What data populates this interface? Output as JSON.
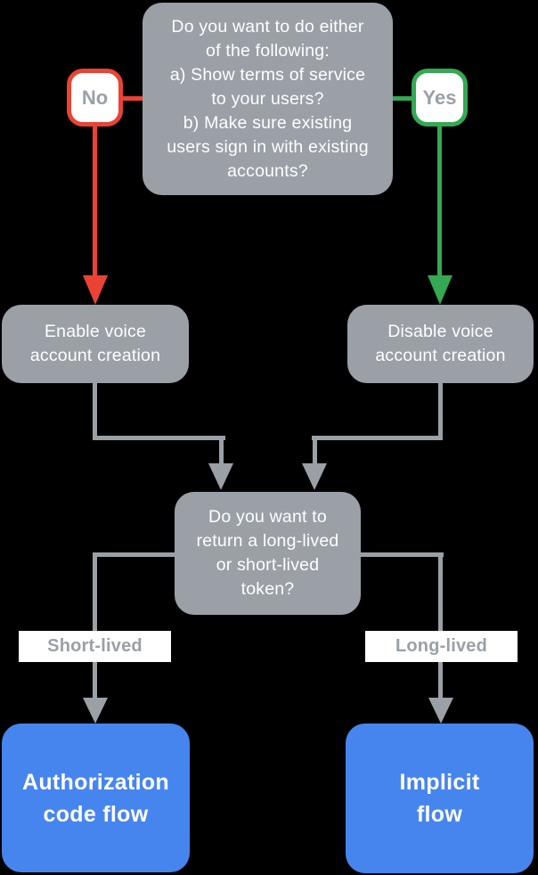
{
  "flowchart": {
    "root_question": "Do you want to do either\nof the following:\na) Show terms of service\nto your users?\nb) Make sure existing\nusers sign in with existing\naccounts?",
    "branch_no": {
      "label": "No",
      "result": "Enable voice\naccount creation"
    },
    "branch_yes": {
      "label": "Yes",
      "result": "Disable voice\naccount creation"
    },
    "token_question": "Do you want to\nreturn a long-lived\nor short-lived\ntoken?",
    "branch_short": {
      "label": "Short-lived",
      "result": "Authorization\ncode flow"
    },
    "branch_long": {
      "label": "Long-lived",
      "result": "Implicit\nflow"
    }
  },
  "colors": {
    "node_gray": "#9AA0A6",
    "connector_gray": "#9AA0A6",
    "no_red": "#EA4335",
    "yes_green": "#34A853",
    "terminal_blue": "#4785EE",
    "muted_text_gray": "#9AA0A6",
    "node_text_white": "#FFFFFF",
    "background": "#000000"
  }
}
